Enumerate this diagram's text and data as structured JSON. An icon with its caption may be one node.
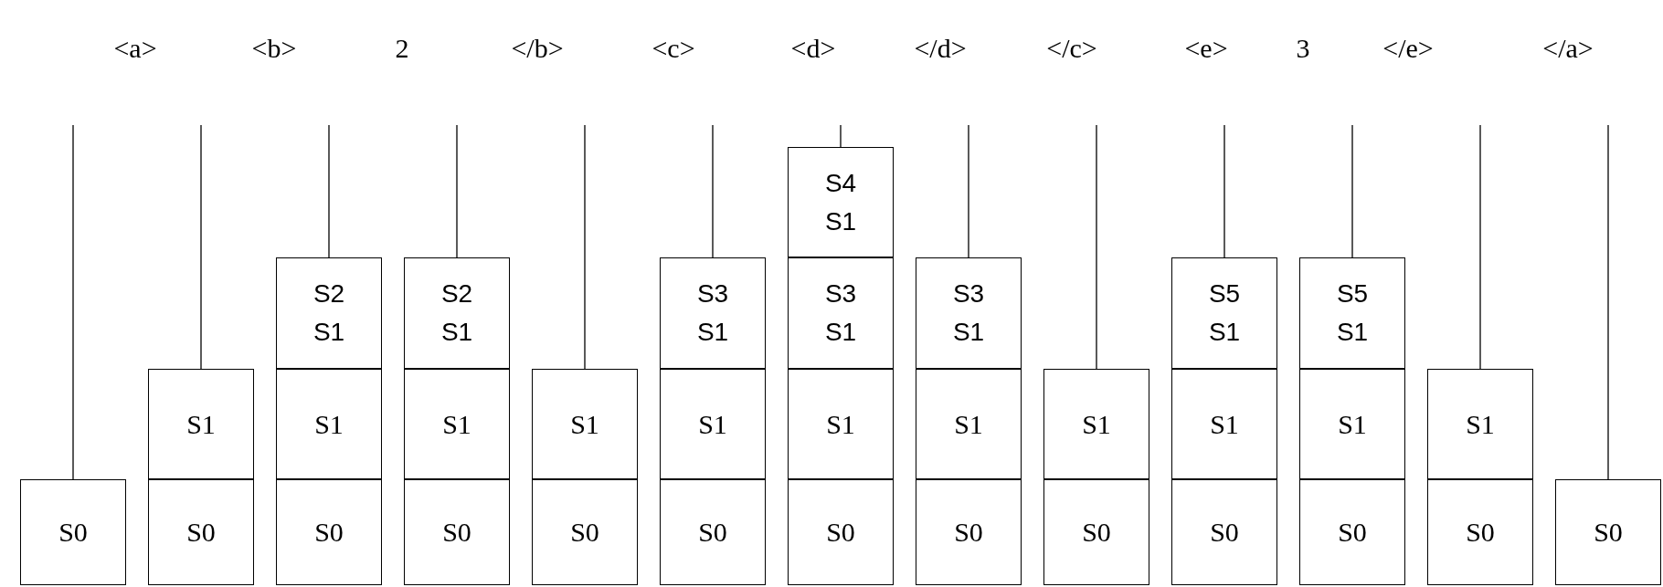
{
  "diagram": {
    "nodes": [
      {
        "text": [
          "S0"
        ]
      },
      {
        "text": [
          "S1"
        ]
      },
      {
        "text": [
          "S0"
        ]
      },
      {
        "text": [
          "S2",
          "S1"
        ]
      },
      {
        "text": [
          "S1"
        ]
      },
      {
        "text": [
          "S0"
        ]
      },
      {
        "text": [
          "S2",
          "S1"
        ]
      },
      {
        "text": [
          "S1"
        ]
      },
      {
        "text": [
          "S0"
        ]
      },
      {
        "text": [
          "S1"
        ]
      },
      {
        "text": [
          "S0"
        ]
      },
      {
        "text": [
          "S3",
          "S1"
        ]
      },
      {
        "text": [
          "S1"
        ]
      },
      {
        "text": [
          "S0"
        ]
      },
      {
        "text": [
          "S4",
          "S1"
        ]
      },
      {
        "text": [
          "S3",
          "S1"
        ]
      },
      {
        "text": [
          "S1"
        ]
      },
      {
        "text": [
          "S0"
        ]
      },
      {
        "text": [
          "S3",
          "S1"
        ]
      },
      {
        "text": [
          "S1"
        ]
      },
      {
        "text": [
          "S0"
        ]
      },
      {
        "text": [
          "S1"
        ]
      },
      {
        "text": [
          "S0"
        ]
      },
      {
        "text": [
          "S5",
          "S1"
        ]
      },
      {
        "text": [
          "S1"
        ]
      },
      {
        "text": [
          "S0"
        ]
      },
      {
        "text": [
          "S5",
          "S1"
        ]
      },
      {
        "text": [
          "S1"
        ]
      },
      {
        "text": [
          "S0"
        ]
      },
      {
        "text": [
          "S1"
        ]
      },
      {
        "text": [
          "S0"
        ]
      },
      {
        "text": [
          "S0"
        ]
      }
    ],
    "edges": [
      {
        "from": null,
        "to": 0,
        "arrow": "none"
      },
      {
        "from": null,
        "to": 1,
        "arrow": "none"
      },
      {
        "from": null,
        "to": 3,
        "arrow": "none"
      },
      {
        "from": null,
        "to": 6,
        "arrow": "none"
      },
      {
        "from": null,
        "to": 9,
        "arrow": "none"
      },
      {
        "from": null,
        "to": 11,
        "arrow": "none"
      },
      {
        "from": null,
        "to": 14,
        "arrow": "none"
      },
      {
        "from": null,
        "to": 18,
        "arrow": "none"
      },
      {
        "from": null,
        "to": 21,
        "arrow": "none"
      },
      {
        "from": null,
        "to": 23,
        "arrow": "none"
      },
      {
        "from": null,
        "to": 26,
        "arrow": "none"
      },
      {
        "from": null,
        "to": 29,
        "arrow": "none"
      },
      {
        "from": null,
        "to": 31,
        "arrow": "none"
      }
    ],
    "labels": [
      "<a>",
      "<b>",
      "2",
      "</b>",
      "<c>",
      "<d>",
      "</d>",
      "</c>",
      "<e>",
      "3",
      "</e>",
      "</a>"
    ]
  }
}
